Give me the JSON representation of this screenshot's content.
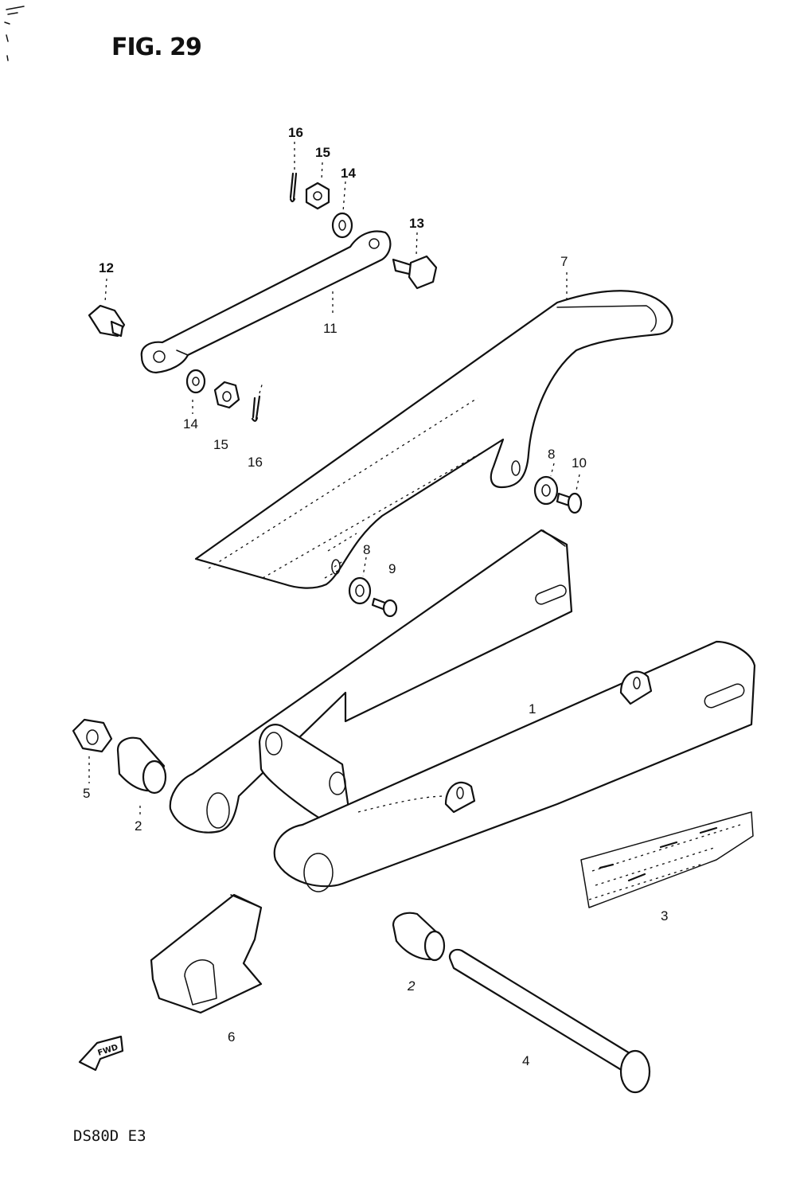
{
  "figure": {
    "title": "FIG. 29",
    "model_code": "DS80D  E3"
  },
  "callouts": [
    {
      "id": "c1",
      "label": "1"
    },
    {
      "id": "c2a",
      "label": "2"
    },
    {
      "id": "c2b",
      "label": "2"
    },
    {
      "id": "c3",
      "label": "3"
    },
    {
      "id": "c4",
      "label": "4"
    },
    {
      "id": "c5",
      "label": "5"
    },
    {
      "id": "c6",
      "label": "6"
    },
    {
      "id": "c7",
      "label": "7"
    },
    {
      "id": "c8a",
      "label": "8"
    },
    {
      "id": "c8b",
      "label": "8"
    },
    {
      "id": "c9",
      "label": "9"
    },
    {
      "id": "c10",
      "label": "10"
    },
    {
      "id": "c11",
      "label": "11"
    },
    {
      "id": "c12",
      "label": "12"
    },
    {
      "id": "c13",
      "label": "13"
    },
    {
      "id": "c14a",
      "label": "14"
    },
    {
      "id": "c14b",
      "label": "14"
    },
    {
      "id": "c15a",
      "label": "15"
    },
    {
      "id": "c15b",
      "label": "15"
    },
    {
      "id": "c16a",
      "label": "16"
    },
    {
      "id": "c16b",
      "label": "16"
    }
  ],
  "direction_marker": {
    "icon": "fwd-arrow-icon"
  }
}
